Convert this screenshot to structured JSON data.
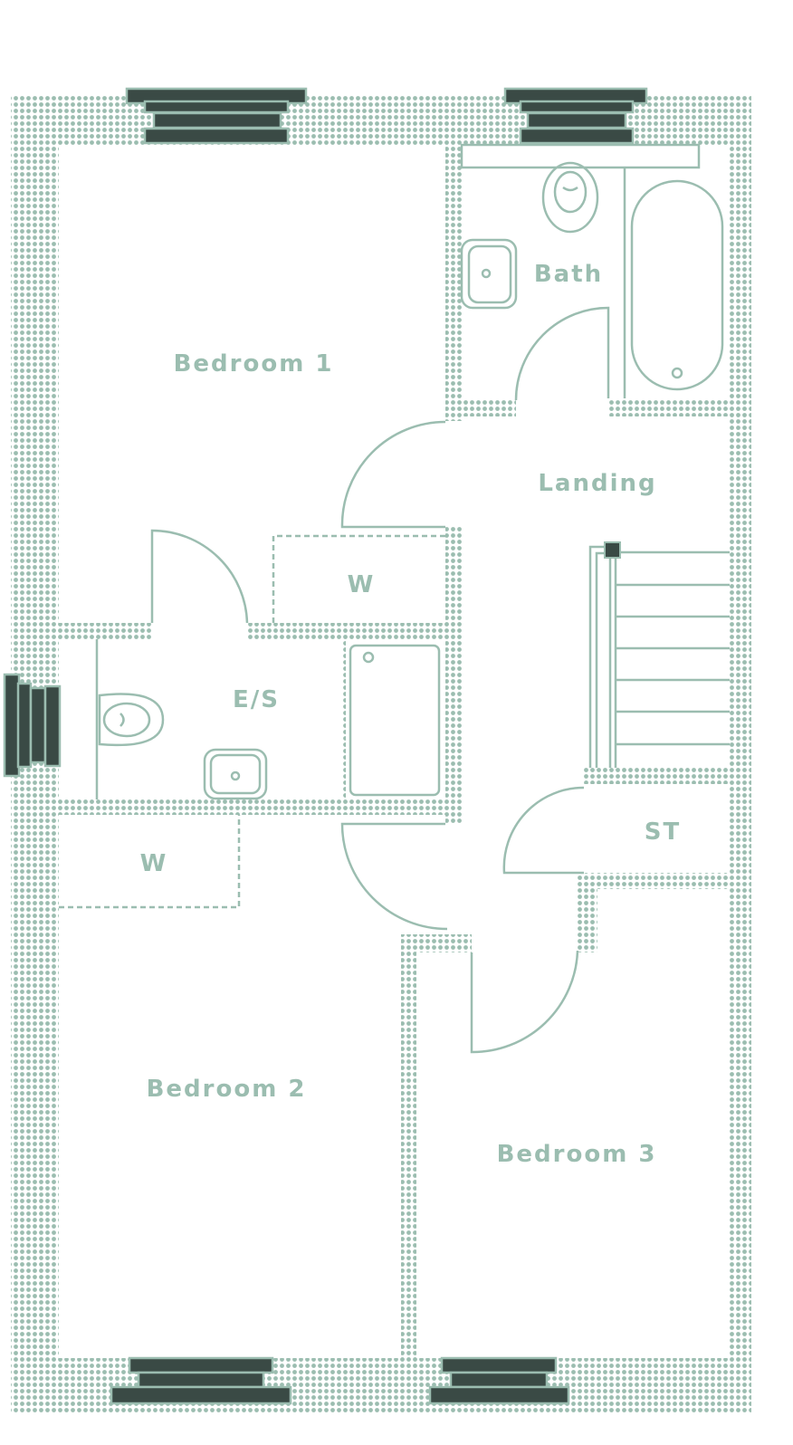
{
  "plan": {
    "rooms": {
      "bedroom1": "Bedroom 1",
      "bath": "Bath",
      "landing": "Landing",
      "wardrobe1": "W",
      "ensuite": "E/S",
      "wardrobe2": "W",
      "storage": "ST",
      "bedroom2": "Bedroom 2",
      "bedroom3": "Bedroom 3"
    },
    "colors": {
      "wall": "#9bbdb0",
      "window": "#3a4a45",
      "background": "#ffffff"
    }
  }
}
